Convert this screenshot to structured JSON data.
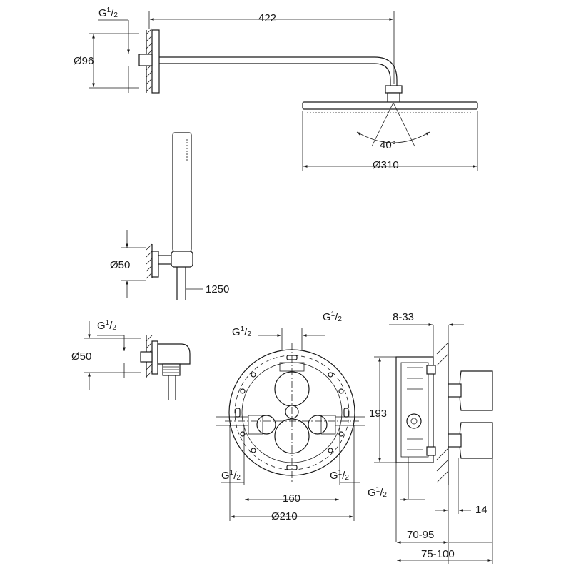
{
  "labels": {
    "thread_top": {
      "base": "G",
      "num": "1",
      "den": "2"
    },
    "dim_422": "422",
    "dim_96": "Ø96",
    "angle_40": "40°",
    "dim_310": "Ø310",
    "dim_50_hand": "Ø50",
    "dim_1250": "1250",
    "thread_elbow": {
      "base": "G",
      "num": "1",
      "den": "2"
    },
    "dim_50_elbow": "Ø50",
    "thread_box_top_left": {
      "base": "G",
      "num": "1",
      "den": "2"
    },
    "thread_box_top_right": {
      "base": "G",
      "num": "1",
      "den": "2"
    },
    "thread_box_bottom_left": {
      "base": "G",
      "num": "1",
      "den": "2"
    },
    "thread_box_bottom_right": {
      "base": "G",
      "num": "1",
      "den": "2"
    },
    "dim_160": "160",
    "dim_210": "Ø210",
    "dim_8_33": "8-33",
    "dim_193": "193",
    "thread_side": {
      "base": "G",
      "num": "1",
      "den": "2"
    },
    "dim_14": "14",
    "dim_70_95": "70-95",
    "dim_75_100": "75-100"
  }
}
